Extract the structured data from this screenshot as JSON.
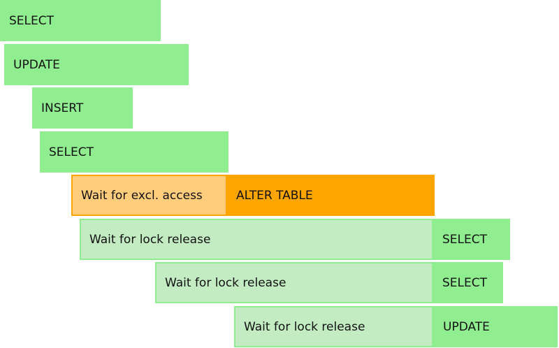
{
  "timeline": {
    "rows": [
      {
        "query": "SELECT"
      },
      {
        "query": "UPDATE"
      },
      {
        "query": "INSERT"
      },
      {
        "query": "SELECT"
      },
      {
        "wait": "Wait for excl. access",
        "query": "ALTER TABLE"
      },
      {
        "wait": "Wait for lock release",
        "query": "SELECT"
      },
      {
        "wait": "Wait for lock release",
        "query": "SELECT"
      },
      {
        "wait": "Wait for lock release",
        "query": "UPDATE"
      }
    ]
  },
  "colors": {
    "query_running": "#90ee90",
    "query_waiting": "#c3ecc3",
    "alter_running": "#ffa500",
    "alter_waiting": "#ffcd7c"
  }
}
